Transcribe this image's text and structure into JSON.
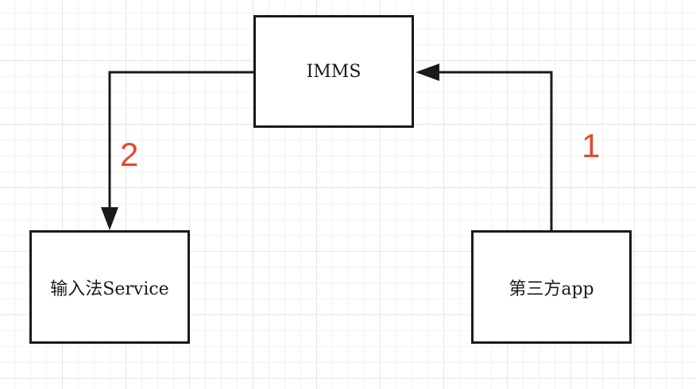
{
  "diagram": {
    "nodes": {
      "imms": "IMMS",
      "ime_service": "输入法Service",
      "third_party_app": "第三方app"
    },
    "edges": [
      {
        "from": "third_party_app",
        "to": "imms",
        "label": "1"
      },
      {
        "from": "imms",
        "to": "ime_service",
        "label": "2"
      }
    ]
  },
  "colors": {
    "line": "#1a1a1a",
    "step_label": "#e8482c",
    "grid": "#e6e6e6"
  }
}
